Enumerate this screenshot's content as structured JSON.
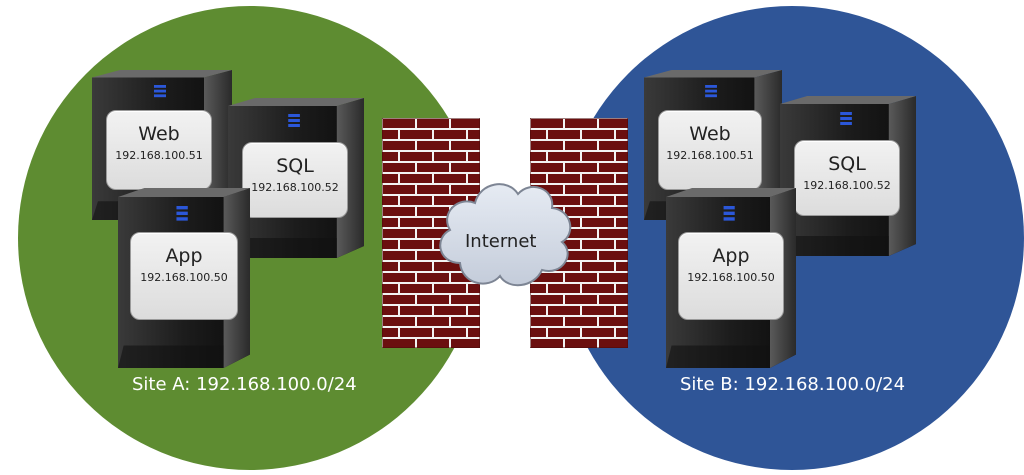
{
  "colors": {
    "site_a": "#5e8c31",
    "site_b": "#2f5597",
    "brick": "#6b0f0f",
    "mortar": "#f5f5f5",
    "cloud": "#d6dce8"
  },
  "site_a": {
    "label": "Site A: 192.168.100.0/24",
    "servers": [
      {
        "name": "Web",
        "ip": "192.168.100.51"
      },
      {
        "name": "SQL",
        "ip": "192.168.100.52"
      },
      {
        "name": "App",
        "ip": "192.168.100.50"
      }
    ]
  },
  "site_b": {
    "label": "Site B: 192.168.100.0/24",
    "servers": [
      {
        "name": "Web",
        "ip": "192.168.100.51"
      },
      {
        "name": "SQL",
        "ip": "192.168.100.52"
      },
      {
        "name": "App",
        "ip": "192.168.100.50"
      }
    ]
  },
  "internet": {
    "label": "Internet"
  },
  "icons": {
    "server": "server-tower-icon",
    "firewall": "brick-firewall-icon",
    "cloud": "cloud-icon"
  }
}
